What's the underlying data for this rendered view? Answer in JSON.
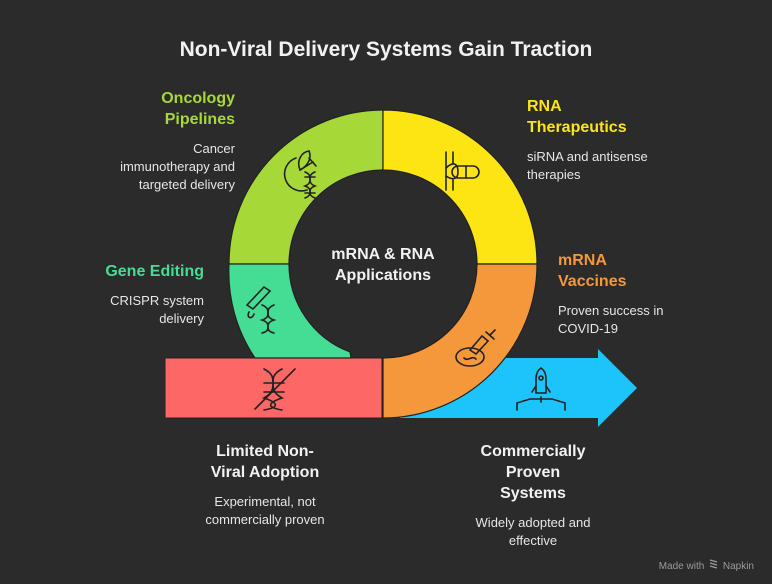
{
  "title": "Non-Viral Delivery Systems Gain Traction",
  "center": {
    "line1": "mRNA & RNA",
    "line2": "Applications"
  },
  "segments": [
    {
      "id": "oncology",
      "heading_line1": "Oncology",
      "heading_line2": "Pipelines",
      "description": "Cancer immunotherapy and targeted delivery",
      "color": "#a6d838",
      "icon": "plant-dna-icon"
    },
    {
      "id": "rna-therapeutics",
      "heading_line1": "RNA",
      "heading_line2": "Therapeutics",
      "description": "siRNA and antisense therapies",
      "color": "#fde514",
      "icon": "capsule-vessel-icon"
    },
    {
      "id": "gene-editing",
      "heading_line1": "Gene Editing",
      "heading_line2": "",
      "description": "CRISPR system delivery",
      "color": "#45dd94",
      "icon": "scalpel-dna-icon"
    },
    {
      "id": "mrna-vaccines",
      "heading_line1": "mRNA",
      "heading_line2": "Vaccines",
      "description": "Proven success in COVID-19",
      "color": "#f5973b",
      "icon": "syringe-dish-icon"
    }
  ],
  "bottom": [
    {
      "id": "limited",
      "heading_line1": "Limited Non-",
      "heading_line2": "Viral Adoption",
      "description": "Experimental, not commercially proven",
      "color": "#fd6766",
      "icon": "crossed-dna-icon"
    },
    {
      "id": "commercial",
      "heading_line1": "Commercially",
      "heading_line2": "Proven",
      "heading_line3": "Systems",
      "description": "Widely adopted and effective",
      "color": "#1dc4fb",
      "icon": "rocket-launch-icon"
    }
  ],
  "footer": {
    "made_with": "Made with",
    "brand": "Napkin"
  }
}
